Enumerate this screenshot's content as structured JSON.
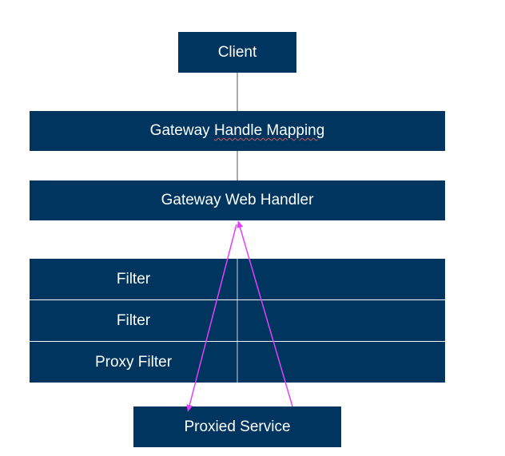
{
  "diagram": {
    "client": "Client",
    "mapping": {
      "prefix": "Gateway ",
      "underlined": "Handle Mapping"
    },
    "web_handler": "Gateway Web Handler",
    "filters": [
      "Filter",
      "Filter",
      "Proxy Filter"
    ],
    "proxied_service": "Proxied Service"
  },
  "colors": {
    "box_fill": "#003560",
    "box_text": "#ffffff",
    "connector": "#555555",
    "request_flow_arrow": "#e040fb"
  }
}
